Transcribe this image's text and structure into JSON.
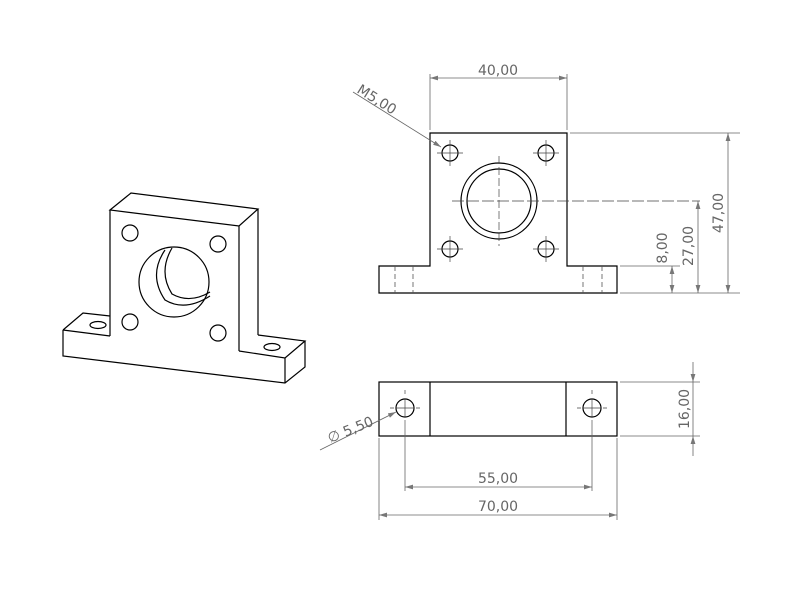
{
  "dimensions": {
    "width_top": "40,00",
    "thread_callout": "M5,00",
    "height_total": "47,00",
    "bore_center_height": "27,00",
    "base_thickness": "8,00",
    "hole_diameter": "∅ 5,50",
    "hole_spacing": "55,00",
    "base_length": "70,00",
    "depth": "16,00"
  },
  "colors": {
    "geometry": "#000000",
    "dimension": "#666666"
  }
}
